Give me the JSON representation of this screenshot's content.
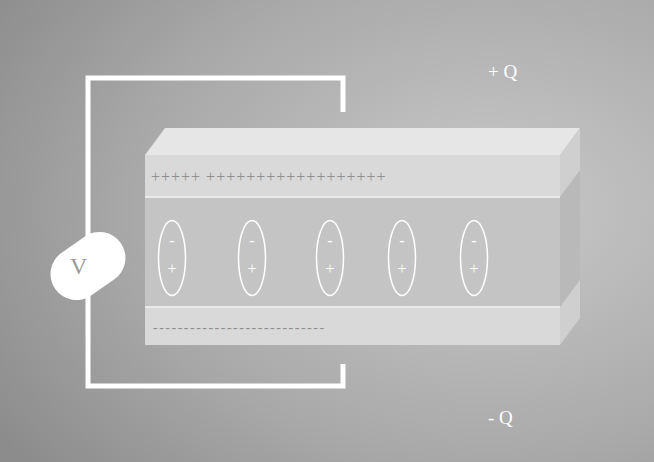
{
  "diagram": {
    "nodes": [
      {
        "text": [
          "V"
        ]
      },
      {
        "text": [
          "+++++ ++++++++++++++++++",
          "- - - - - - - - - - - - - - - - - - - - - - - - - - - -"
        ]
      },
      {
        "text": [
          "-",
          "+"
        ],
        "in": 1
      },
      {
        "text": [
          "-",
          "+"
        ],
        "in": 1
      },
      {
        "text": [
          "-",
          "+"
        ],
        "in": 1
      },
      {
        "text": [
          "-",
          "+"
        ],
        "in": 1
      },
      {
        "text": [
          "-",
          "+"
        ],
        "in": 1
      }
    ],
    "labels": [
      "+ Q",
      "- Q"
    ]
  }
}
